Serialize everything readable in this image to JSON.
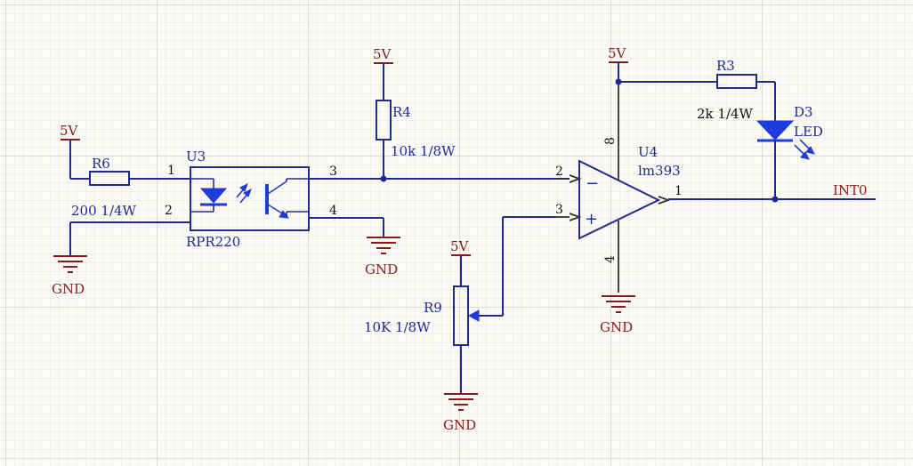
{
  "components": {
    "R6": {
      "designator": "R6",
      "value": "200  1/4W"
    },
    "R4": {
      "designator": "R4",
      "value": "10k 1/8W"
    },
    "R3": {
      "designator": "R3",
      "value": "2k 1/4W"
    },
    "R9": {
      "designator": "R9",
      "value": "10K 1/8W"
    },
    "U3": {
      "designator": "U3",
      "part": "RPR220"
    },
    "U4": {
      "designator": "U4",
      "part": "lm393"
    },
    "D3": {
      "designator": "D3",
      "value": "LED"
    }
  },
  "power": {
    "vcc_label": "5V",
    "gnd_label": "GND"
  },
  "nets": {
    "output": "INT0"
  },
  "pins": {
    "u3_1": "1",
    "u3_2": "2",
    "u3_3": "3",
    "u3_4": "4",
    "u4_2": "2",
    "u4_3": "3",
    "u4_1": "1",
    "u4_8": "8",
    "u4_4": "4",
    "opamp_minus": "−",
    "opamp_plus": "+"
  },
  "colors": {
    "wire": "#1f2a99",
    "power_net": "#8b1a1a",
    "component_fill": "#1e3bdc",
    "background": "#fbfaf4"
  }
}
